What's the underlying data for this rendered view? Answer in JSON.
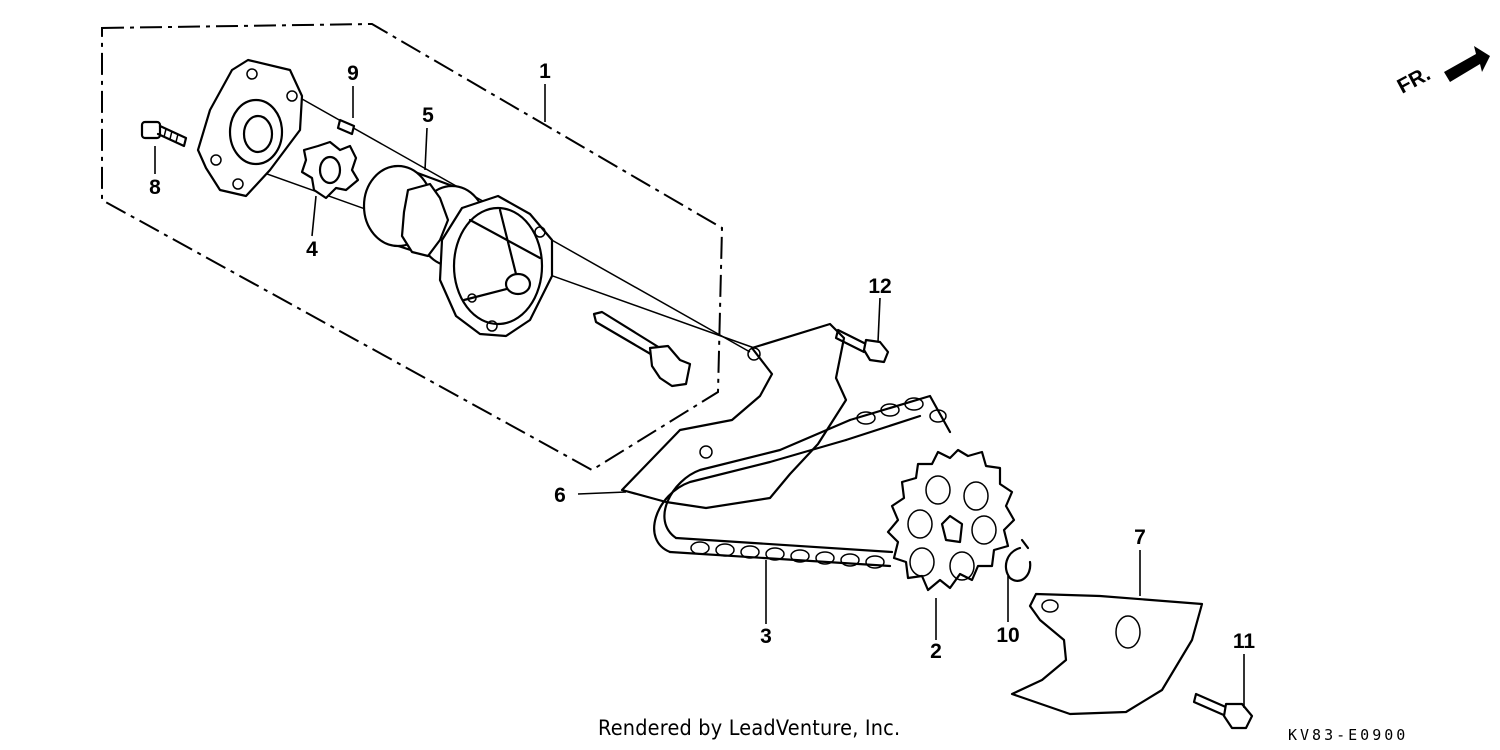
{
  "diagram": {
    "callouts": [
      "1",
      "2",
      "3",
      "4",
      "5",
      "6",
      "7",
      "8",
      "9",
      "10",
      "11",
      "12"
    ],
    "direction_label": "FR.",
    "credit": "Rendered by LeadVenture, Inc.",
    "code": "KV83-E0900"
  }
}
